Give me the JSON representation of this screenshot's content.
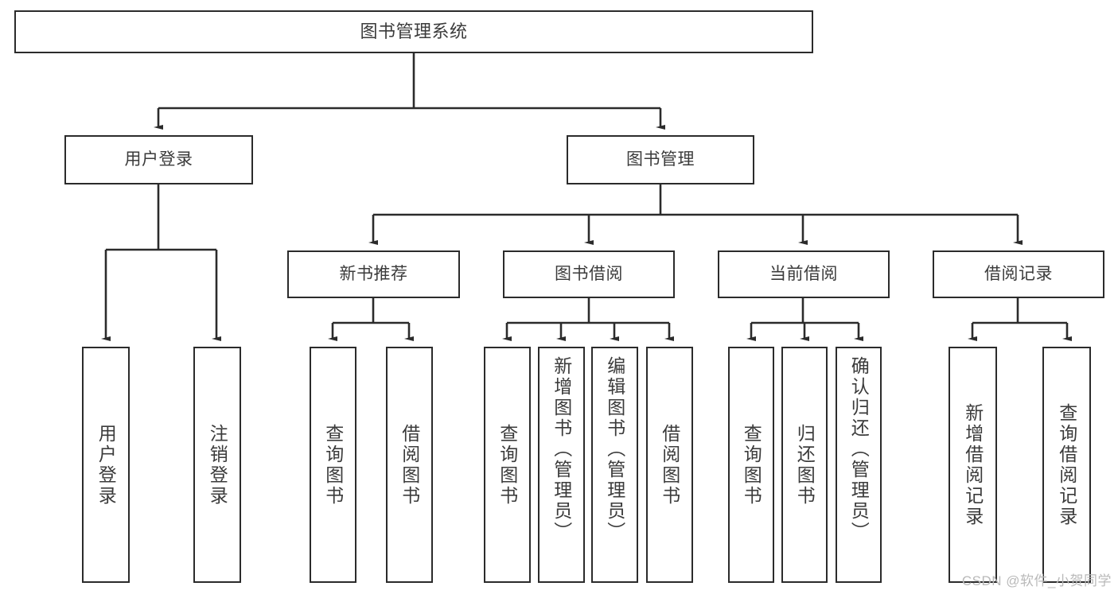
{
  "diagram": {
    "title": "图书管理系统",
    "type": "tree",
    "watermark": "CSDN @软件_小贺同学",
    "colors": {
      "box_border": "#2b2b2b",
      "box_fill": "#ffffff",
      "text": "#3b3b3b",
      "connector": "#2b2b2b",
      "watermark": "#b9b9b9",
      "background": "#ffffff"
    },
    "levels": {
      "root": {
        "label": "图书管理系统"
      },
      "level2": [
        {
          "label": "用户登录"
        },
        {
          "label": "图书管理"
        }
      ],
      "level3": [
        {
          "label": "新书推荐"
        },
        {
          "label": "图书借阅"
        },
        {
          "label": "当前借阅"
        },
        {
          "label": "借阅记录"
        }
      ],
      "leaves": {
        "user_login": [
          {
            "label": "用户登录"
          },
          {
            "label": "注销登录"
          }
        ],
        "new_book_recommend": [
          {
            "label": "查询图书"
          },
          {
            "label": "借阅图书"
          }
        ],
        "book_borrow": [
          {
            "label": "查询图书"
          },
          {
            "label": "新增图书（管理员）"
          },
          {
            "label": "编辑图书（管理员）"
          },
          {
            "label": "借阅图书"
          }
        ],
        "current_borrow": [
          {
            "label": "查询图书"
          },
          {
            "label": "归还图书"
          },
          {
            "label": "确认归还（管理员）"
          }
        ],
        "borrow_record": [
          {
            "label": "新增借阅记录"
          },
          {
            "label": "查询借阅记录"
          }
        ]
      }
    }
  }
}
